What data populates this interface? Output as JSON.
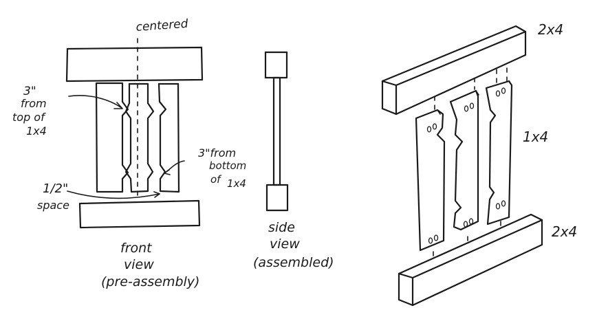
{
  "front_view": {
    "label_centered": "centered",
    "label_top_line1": "3\"",
    "label_top_line2": "from",
    "label_top_line3": "top of",
    "label_top_line4": "1x4",
    "label_bottom_line1": "3\"from",
    "label_bottom_line2": "bottom",
    "label_bottom_line3": "of",
    "label_bottom_line4": "1x4",
    "label_space_line1": "1/2\"",
    "label_space_line2": "space",
    "caption_line1": "front",
    "caption_line2": "view",
    "caption_line3": "(pre-assembly)"
  },
  "side_view": {
    "caption_line1": "side",
    "caption_line2": "view",
    "caption_line3": "(assembled)"
  },
  "iso_view": {
    "label_top_rail": "2x4",
    "label_slats": "1x4",
    "label_bottom_rail": "2x4"
  }
}
